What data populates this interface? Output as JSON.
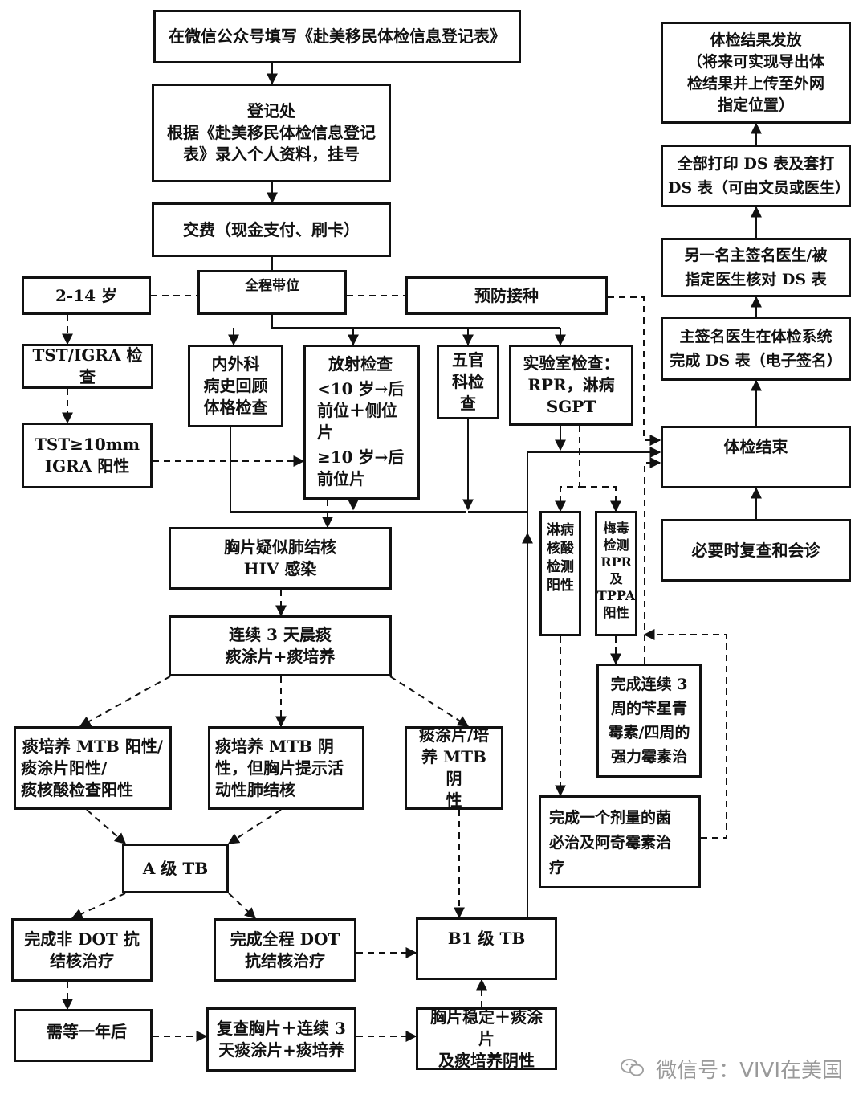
{
  "nodes": {
    "wechat_form": {
      "text": "在微信公众号填写《赴美移民体检信息登记表》"
    },
    "registration": {
      "lines": [
        "登记处",
        "根据《赴美移民体检信息登记",
        "表》录入个人资料，挂号"
      ]
    },
    "payment": {
      "text": "交费（现金支付、刷卡）"
    },
    "escort": {
      "text": "全程带位"
    },
    "age_2_14": {
      "text": "2-14 岁"
    },
    "vaccination": {
      "text": "预防接种"
    },
    "tst_igra": {
      "text": "TST/IGRA 检查"
    },
    "tst_positive": {
      "lines": [
        "TST≥10mm",
        "IGRA  阳性"
      ]
    },
    "medical_history": {
      "lines": [
        "内外科",
        "病史回顾",
        "体格检查"
      ]
    },
    "radiology": {
      "lines": [
        "放射检查",
        "<10 岁→后",
        "前位＋侧位",
        "片",
        "≥10 岁→后",
        "前位片"
      ]
    },
    "ent": {
      "lines": [
        "五官",
        "科检",
        "查"
      ]
    },
    "lab": {
      "lines": [
        "实验室检查：",
        "RPR，淋病",
        "SGPT"
      ]
    },
    "chest_suspect": {
      "lines": [
        "胸片疑似肺结核",
        "HIV 感染"
      ]
    },
    "sputum_3days": {
      "lines": [
        "连续 3 天晨痰",
        "痰涂片+痰培养"
      ]
    },
    "mtb_positive": {
      "lines": [
        "痰培养 MTB 阳性/",
        "痰涂片阳性/",
        "痰核酸检查阳性"
      ]
    },
    "mtb_negative_active": {
      "lines": [
        "痰培养 MTB 阴",
        "性，但胸片提示活",
        "动性肺结核"
      ]
    },
    "smear_negative": {
      "lines": [
        "痰涂片/培",
        "养 MTB 阴",
        "性"
      ]
    },
    "class_a_tb": {
      "text": "A 级 TB"
    },
    "non_dot": {
      "lines": [
        "完成非 DOT 抗",
        "结核治疗"
      ]
    },
    "full_dot": {
      "lines": [
        "完成全程 DOT",
        "抗结核治疗"
      ]
    },
    "class_b1_tb": {
      "text": "B1 级 TB"
    },
    "wait_year": {
      "text": "需等一年后"
    },
    "recheck": {
      "lines": [
        "复查胸片＋连续 3",
        "天痰涂片+痰培养"
      ]
    },
    "stable": {
      "lines": [
        "胸片稳定＋痰涂片",
        "及痰培养阴性"
      ]
    },
    "gonorrhea_positive": {
      "lines": [
        "淋病",
        "核酸",
        "检测",
        "阳性"
      ]
    },
    "syphilis_positive": {
      "lines": [
        "梅毒",
        "检测",
        "RPR",
        "及",
        "TPPA",
        "阳性"
      ]
    },
    "penicillin": {
      "lines": [
        "完成连续 3",
        "周的苄星青",
        "霉素/四周的",
        "强力霉素治"
      ]
    },
    "ceftriaxone": {
      "lines": [
        "完成一个剂量的菌",
        "必治及阿奇霉素治",
        "疗"
      ]
    },
    "results_release": {
      "lines": [
        "体检结果发放",
        "（将来可实现导出体",
        "检结果并上传至外网",
        "指定位置）"
      ]
    },
    "print_ds": {
      "lines": [
        "全部打印 DS 表及套打",
        "DS 表（可由文员或医生）"
      ]
    },
    "second_doctor": {
      "lines": [
        "另一名主签名医生/被",
        "指定医生核对 DS 表"
      ]
    },
    "main_doctor": {
      "lines": [
        "主签名医生在体检系统",
        "完成 DS 表（电子签名）"
      ]
    },
    "exam_end": {
      "text": "体检结束"
    },
    "recheck_consult": {
      "text": "必要时复查和会诊"
    }
  },
  "watermark": {
    "text": "微信号：VIVI在美国",
    "icon": "wechat-icon"
  },
  "colors": {
    "line": "#111111",
    "border": "#111111",
    "background": "#ffffff",
    "watermark": "#9a9a9a"
  }
}
